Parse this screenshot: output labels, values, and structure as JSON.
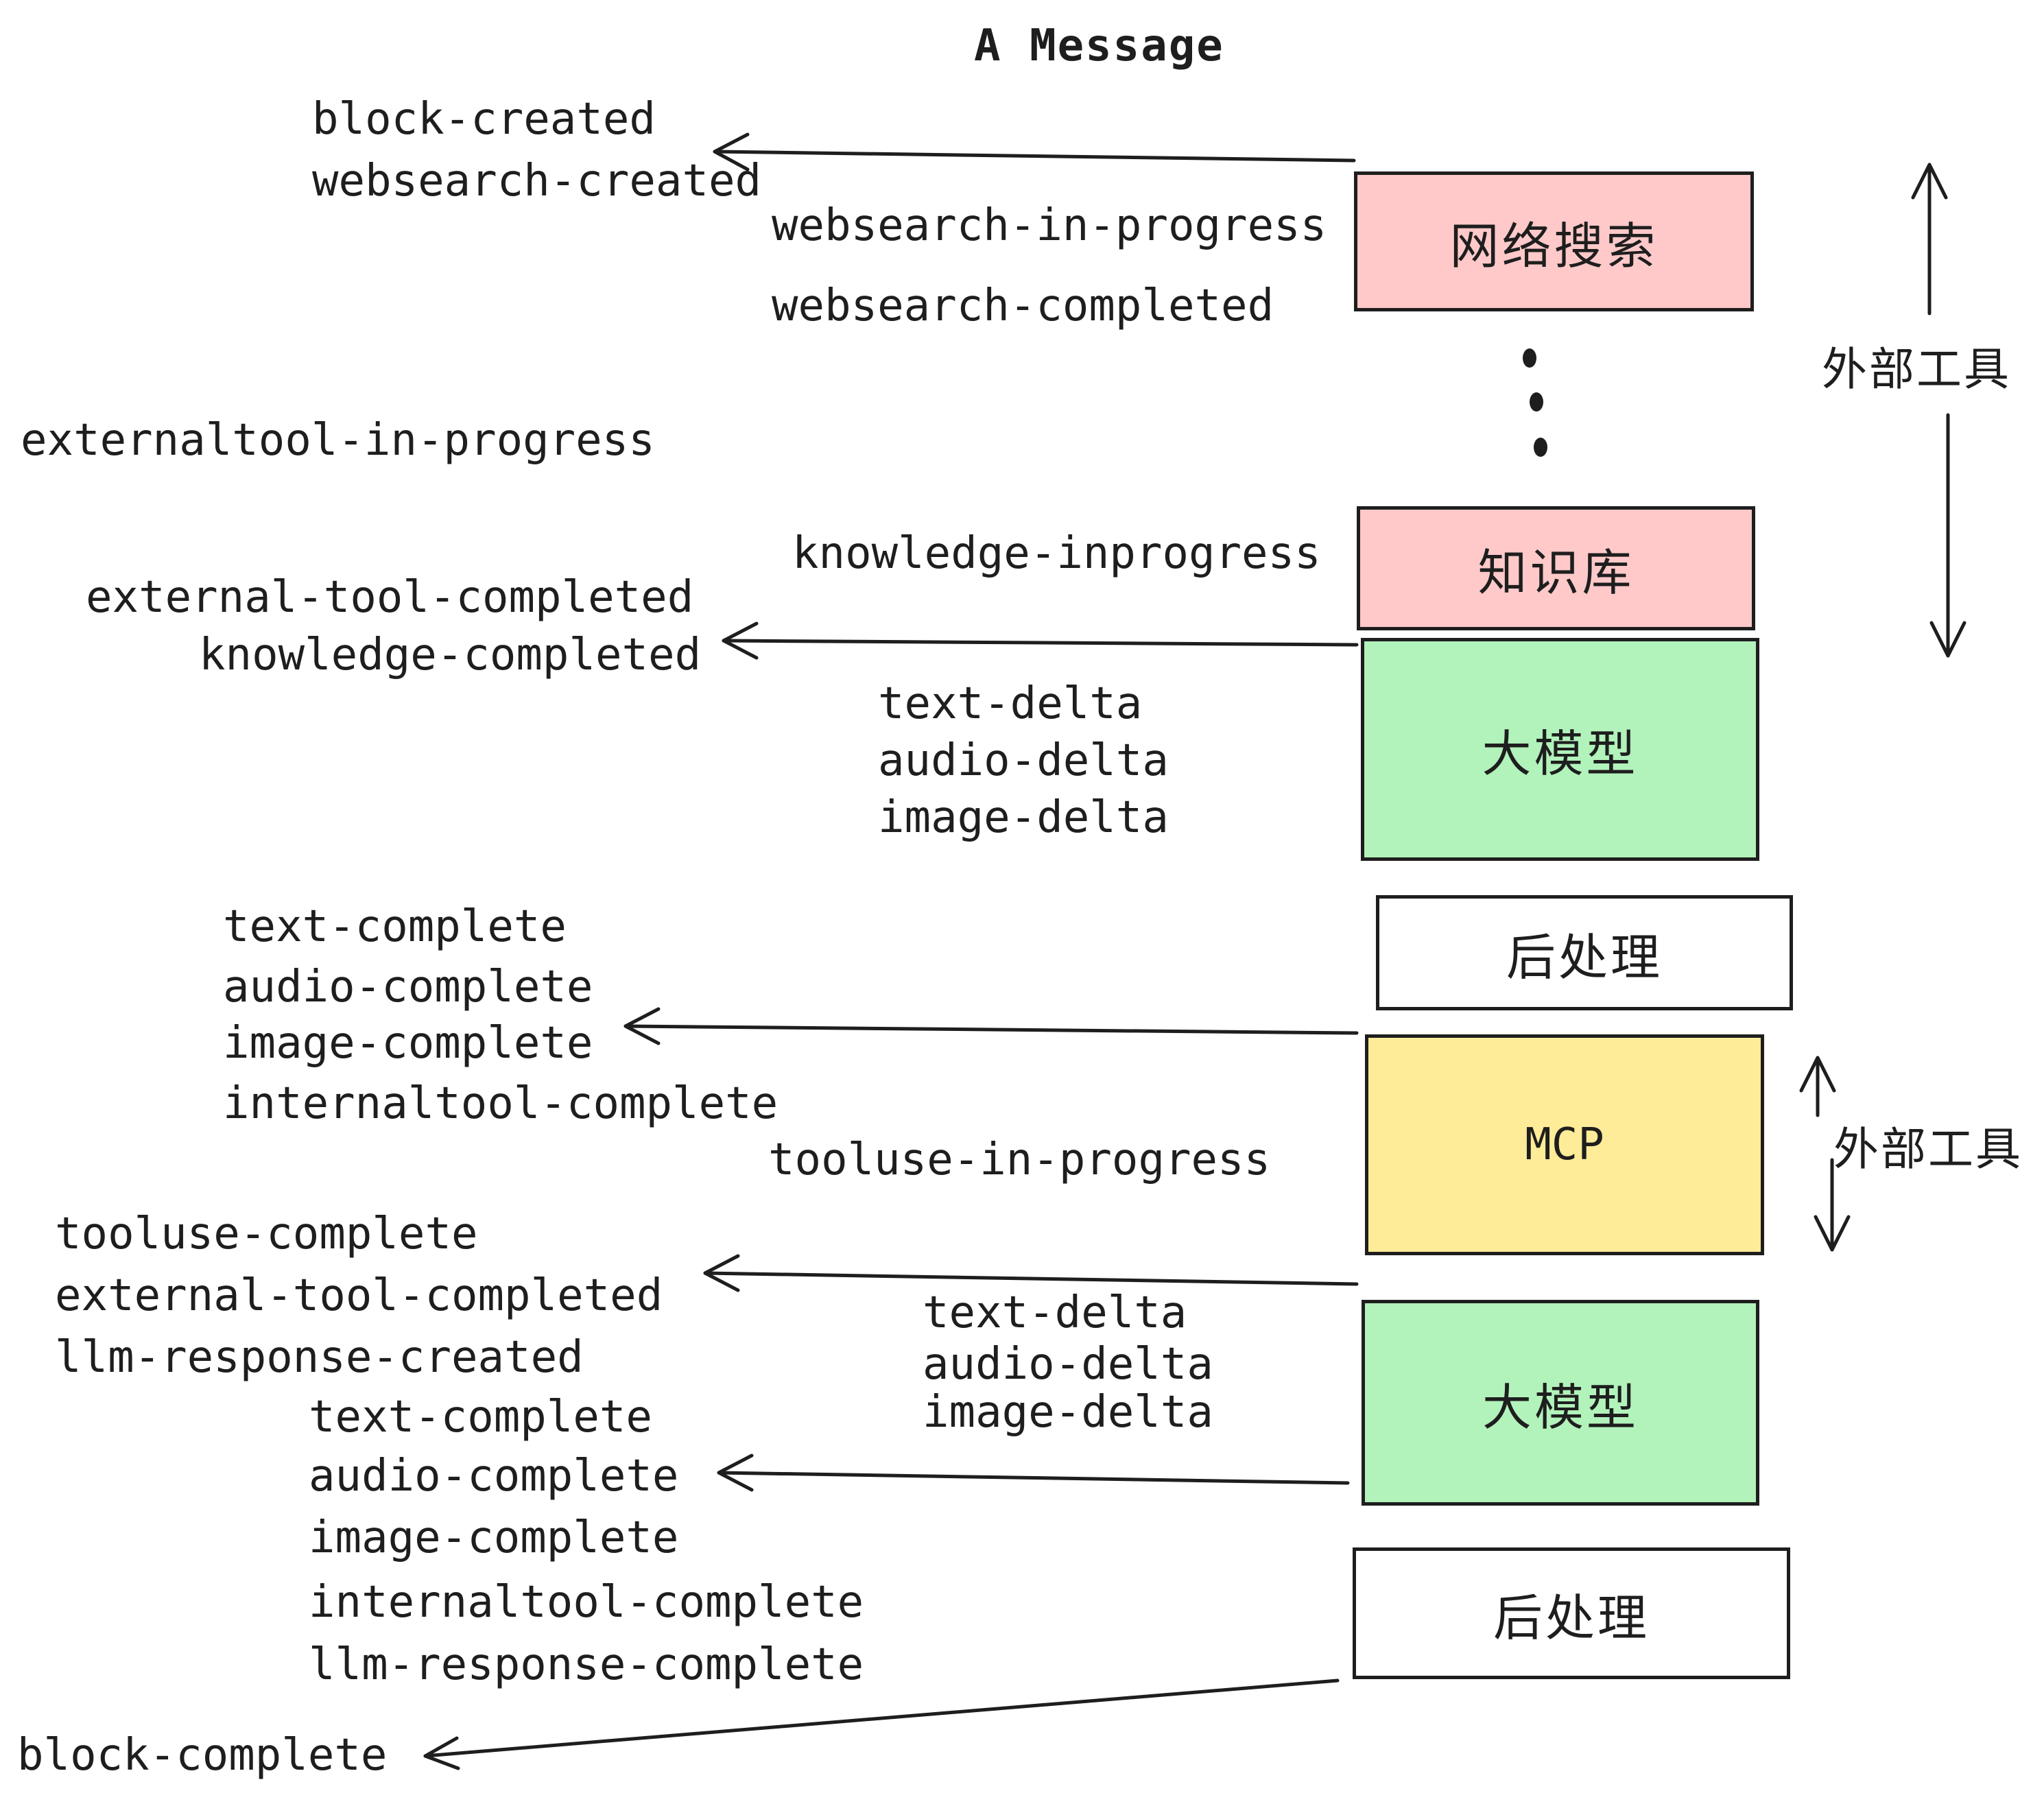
{
  "title": "A Message",
  "colors": {
    "pink": "#ffc9c9",
    "green": "#b2f2bb",
    "yellow": "#ffec99",
    "white": "#ffffff",
    "stroke": "#1e1e1e"
  },
  "boxes": [
    {
      "label": "网络搜索",
      "fill": "pink"
    },
    {
      "label": "知识库",
      "fill": "pink"
    },
    {
      "label": "大模型",
      "fill": "green"
    },
    {
      "label": "后处理",
      "fill": "white"
    },
    {
      "label": "MCP",
      "fill": "yellow"
    },
    {
      "label": "大模型",
      "fill": "green"
    },
    {
      "label": "后处理",
      "fill": "white"
    }
  ],
  "side_labels": [
    {
      "text": "外部工具"
    },
    {
      "text": "外部工具"
    }
  ],
  "events": [
    {
      "text": "block-created"
    },
    {
      "text": "websearch-created"
    },
    {
      "text": "websearch-in-progress"
    },
    {
      "text": "websearch-completed"
    },
    {
      "text": "externaltool-in-progress"
    },
    {
      "text": "knowledge-inprogress"
    },
    {
      "text": "external-tool-completed"
    },
    {
      "text": "knowledge-completed"
    },
    {
      "text": "text-delta"
    },
    {
      "text": "audio-delta"
    },
    {
      "text": "image-delta"
    },
    {
      "text": "text-complete"
    },
    {
      "text": "audio-complete"
    },
    {
      "text": "image-complete"
    },
    {
      "text": "internaltool-complete"
    },
    {
      "text": "tooluse-in-progress"
    },
    {
      "text": "tooluse-complete"
    },
    {
      "text": "external-tool-completed"
    },
    {
      "text": "llm-response-created"
    },
    {
      "text": "text-complete"
    },
    {
      "text": "audio-complete"
    },
    {
      "text": "image-complete"
    },
    {
      "text": "internaltool-complete"
    },
    {
      "text": "llm-response-complete"
    },
    {
      "text": "block-complete"
    },
    {
      "text": "text-delta"
    },
    {
      "text": "audio-delta"
    },
    {
      "text": "image-delta"
    }
  ]
}
